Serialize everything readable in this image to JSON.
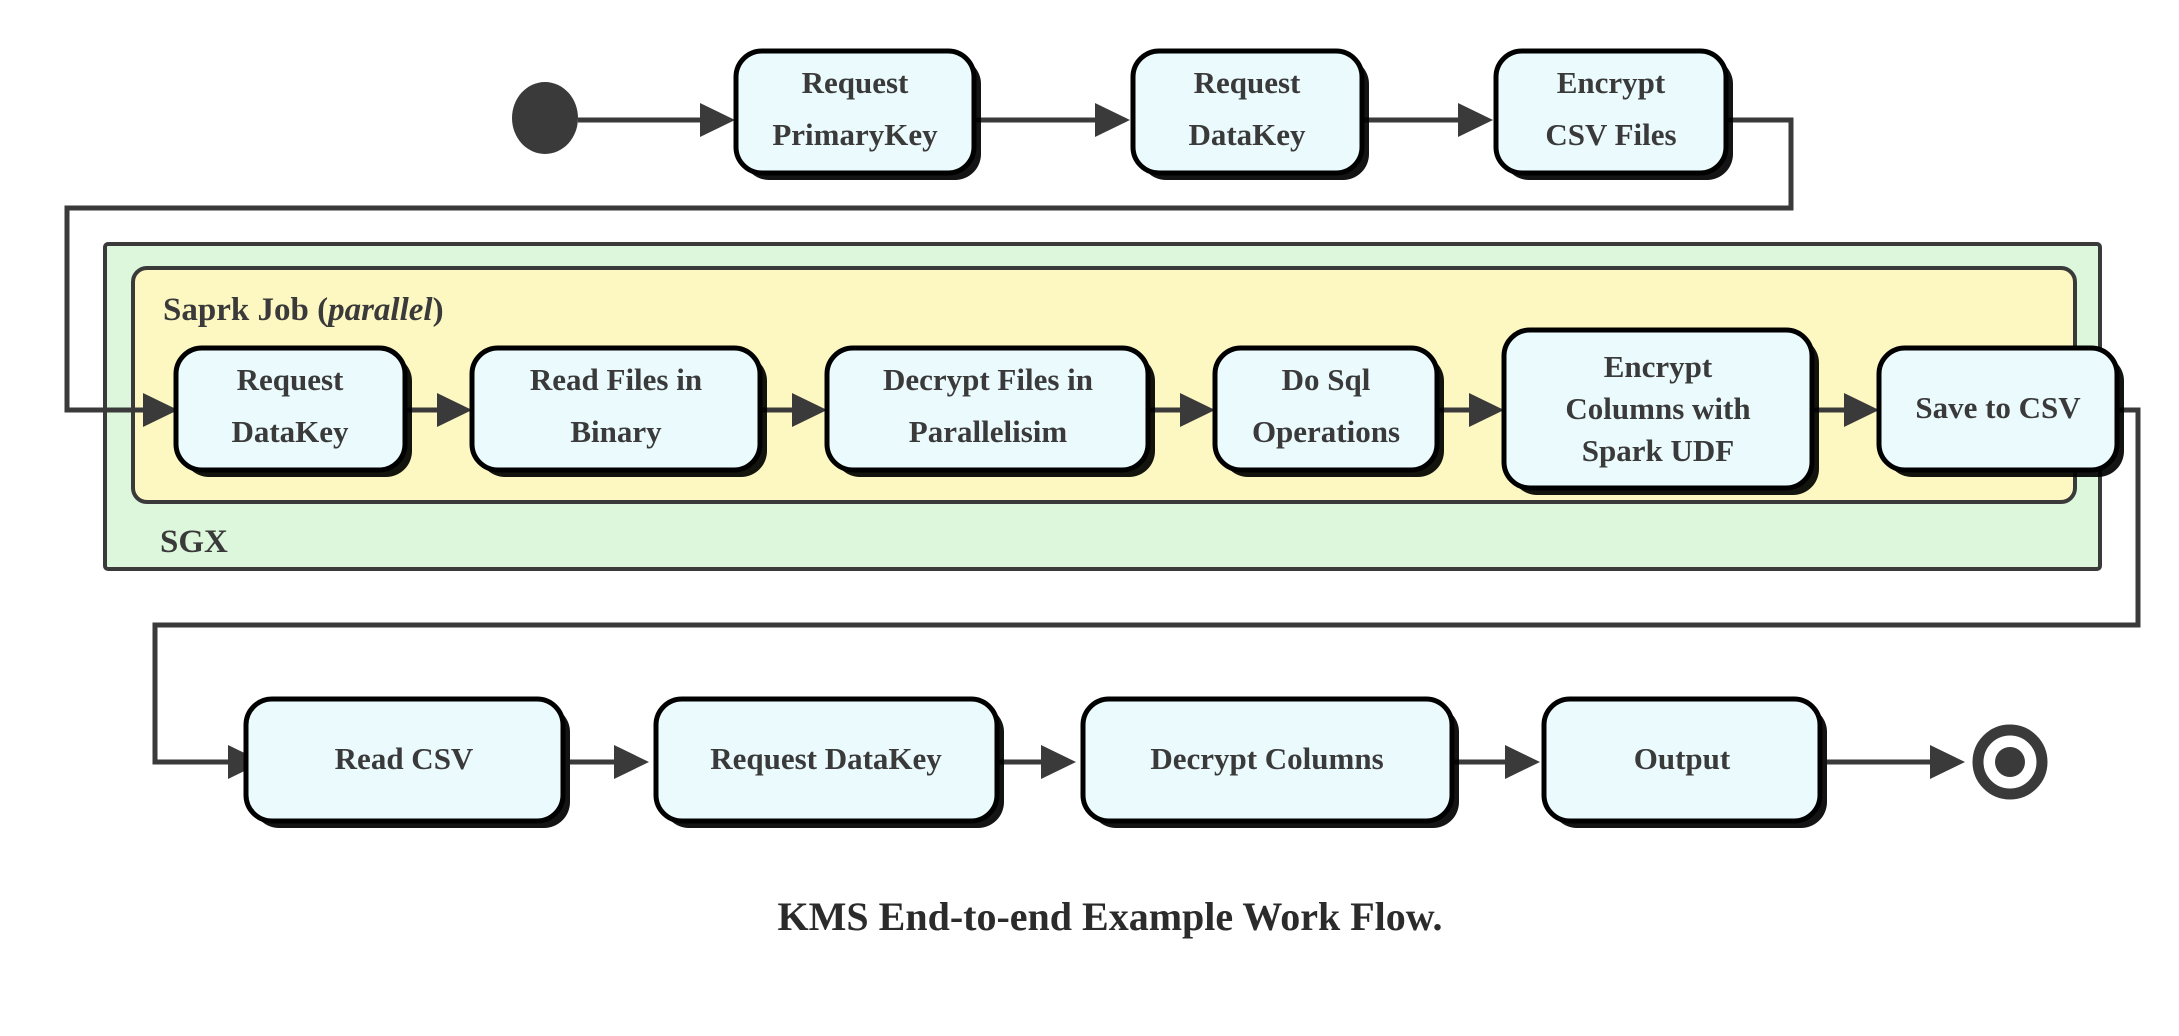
{
  "figure": {
    "caption": "KMS End-to-end Example Work Flow.",
    "colors": {
      "node_fill": "#eafafd",
      "node_stroke": "#000000",
      "sgx_fill": "#ddf7dd",
      "spark_fill": "#fdf8c2",
      "edge": "#3a3a3a",
      "text": "#3a3a3a",
      "background": "#ffffff"
    }
  },
  "groups": {
    "sgx": {
      "label": "SGX"
    },
    "spark": {
      "label_main": "Saprk Job ",
      "label_open_paren": "(",
      "label_italic": "parallel",
      "label_close_paren": ")"
    }
  },
  "markers": {
    "start_node": "filled-circle-start-node",
    "end_node": "bullseye-end-node"
  },
  "rows": {
    "top": {
      "nodes": [
        {
          "id": "request-primarykey",
          "lines": [
            "Request",
            "PrimaryKey"
          ]
        },
        {
          "id": "request-datakey-top",
          "lines": [
            "Request",
            "DataKey"
          ]
        },
        {
          "id": "encrypt-csv-files",
          "lines": [
            "Encrypt",
            "CSV Files"
          ]
        }
      ]
    },
    "middle": {
      "nodes": [
        {
          "id": "request-datakey-spark",
          "lines": [
            "Request",
            "DataKey"
          ]
        },
        {
          "id": "read-files-in-binary",
          "lines": [
            "Read Files in",
            "Binary"
          ]
        },
        {
          "id": "decrypt-files-in-parallelisim",
          "lines": [
            "Decrypt Files in",
            "Parallelisim"
          ]
        },
        {
          "id": "do-sql-operations",
          "lines": [
            "Do Sql",
            "Operations"
          ]
        },
        {
          "id": "encrypt-columns-with-spark-udf",
          "lines": [
            "Encrypt",
            "Columns with",
            "Spark UDF"
          ]
        },
        {
          "id": "save-to-csv",
          "lines": [
            "Save to CSV"
          ]
        }
      ]
    },
    "bottom": {
      "nodes": [
        {
          "id": "read-csv",
          "lines": [
            "Read CSV"
          ]
        },
        {
          "id": "request-datakey-bottom",
          "lines": [
            "Request DataKey"
          ]
        },
        {
          "id": "decrypt-columns",
          "lines": [
            "Decrypt Columns"
          ]
        },
        {
          "id": "output",
          "lines": [
            "Output"
          ]
        }
      ]
    }
  }
}
